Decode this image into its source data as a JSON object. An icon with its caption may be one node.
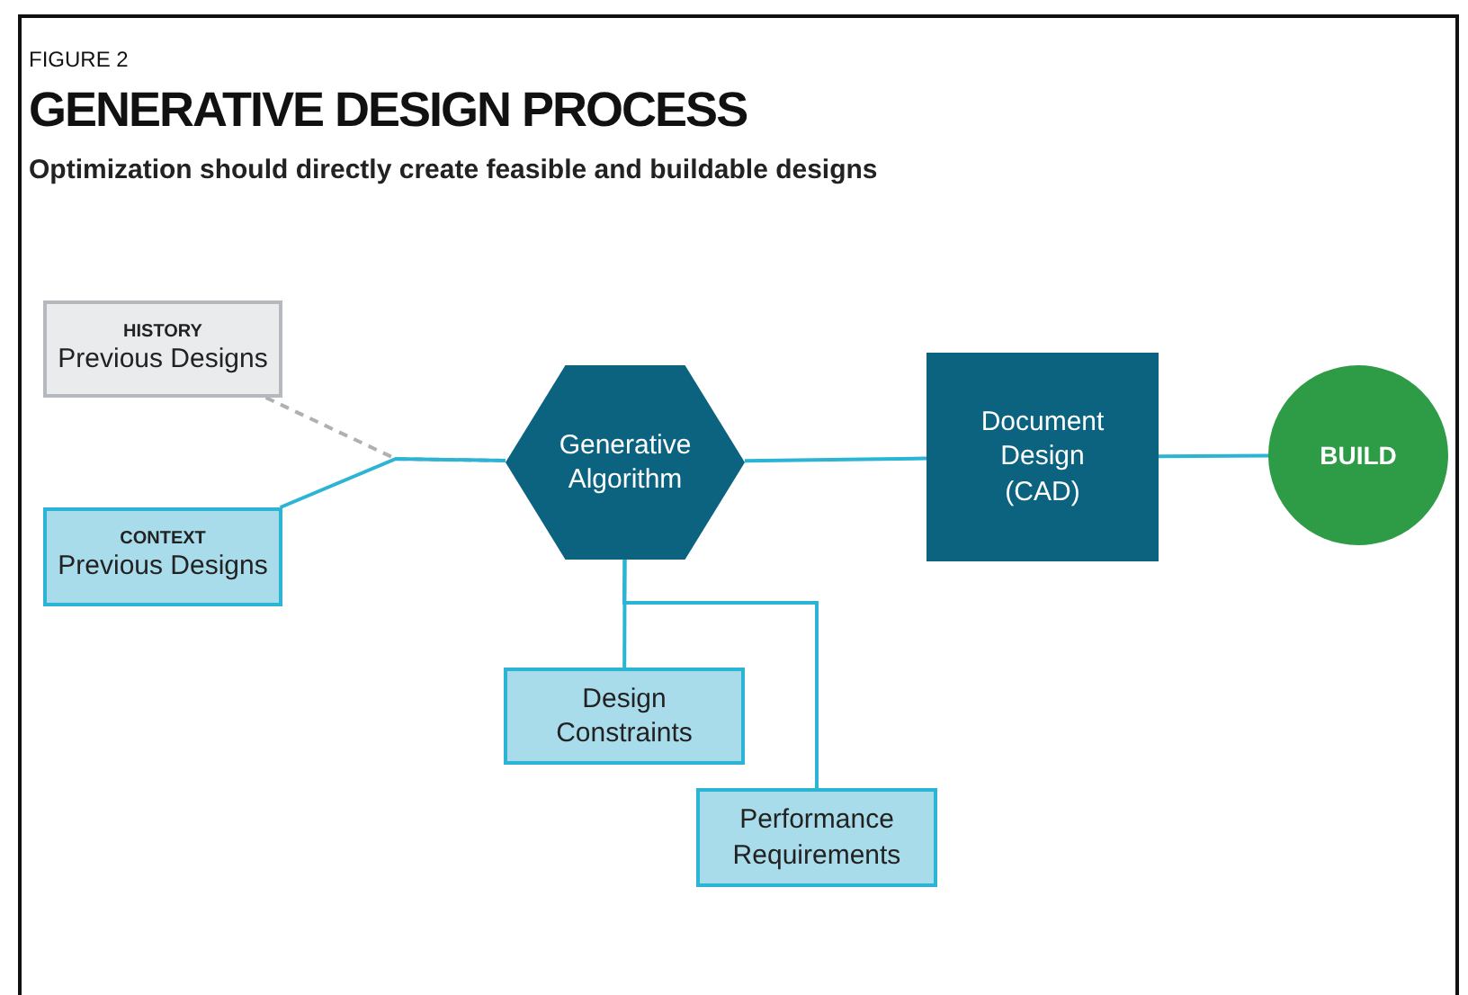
{
  "diagram": {
    "title": "GENERATIVE DESIGN PROCESS",
    "nodes": [
      {
        "text": [
          "HISTORY",
          "Previous Designs"
        ]
      },
      {
        "text": [
          "CONTEXT",
          "Previous Designs"
        ]
      },
      {
        "text": [
          "Generative Algorithm"
        ]
      },
      {
        "text": [
          "Document Design (CAD)"
        ]
      },
      {
        "text": [
          "BUILD"
        ]
      },
      {
        "text": [
          "Design Constraints"
        ]
      },
      {
        "text": [
          "Performance Requirements"
        ]
      }
    ],
    "edges": [
      {
        "from": 0,
        "to": 2,
        "arrow": "none",
        "style": "dashed",
        "color": "#b0b0b0"
      },
      {
        "from": 1,
        "to": 2,
        "arrow": "none"
      },
      {
        "from": 2,
        "to": 3,
        "arrow": "none"
      },
      {
        "from": 3,
        "to": 4,
        "arrow": "none"
      },
      {
        "from": 2,
        "to": 5,
        "arrow": "none"
      },
      {
        "from": 2,
        "to": 6,
        "arrow": "none"
      }
    ],
    "labels": [
      "FIGURE 2",
      "Optimization should directly create feasible and buildable designs"
    ]
  }
}
